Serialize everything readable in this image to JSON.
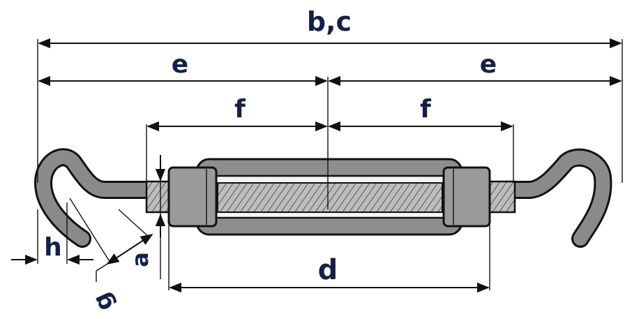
{
  "labels": {
    "overall_length": "b,c",
    "half_length_left": "e",
    "half_length_right": "e",
    "thread_left": "f",
    "thread_right": "f",
    "body_length": "d",
    "thread_diameter": "a",
    "hook_gap": "h",
    "hook_opening": "g"
  },
  "colors": {
    "label_text": "#15204a",
    "body_gray": "#8e8e8e",
    "outline": "#111111"
  }
}
